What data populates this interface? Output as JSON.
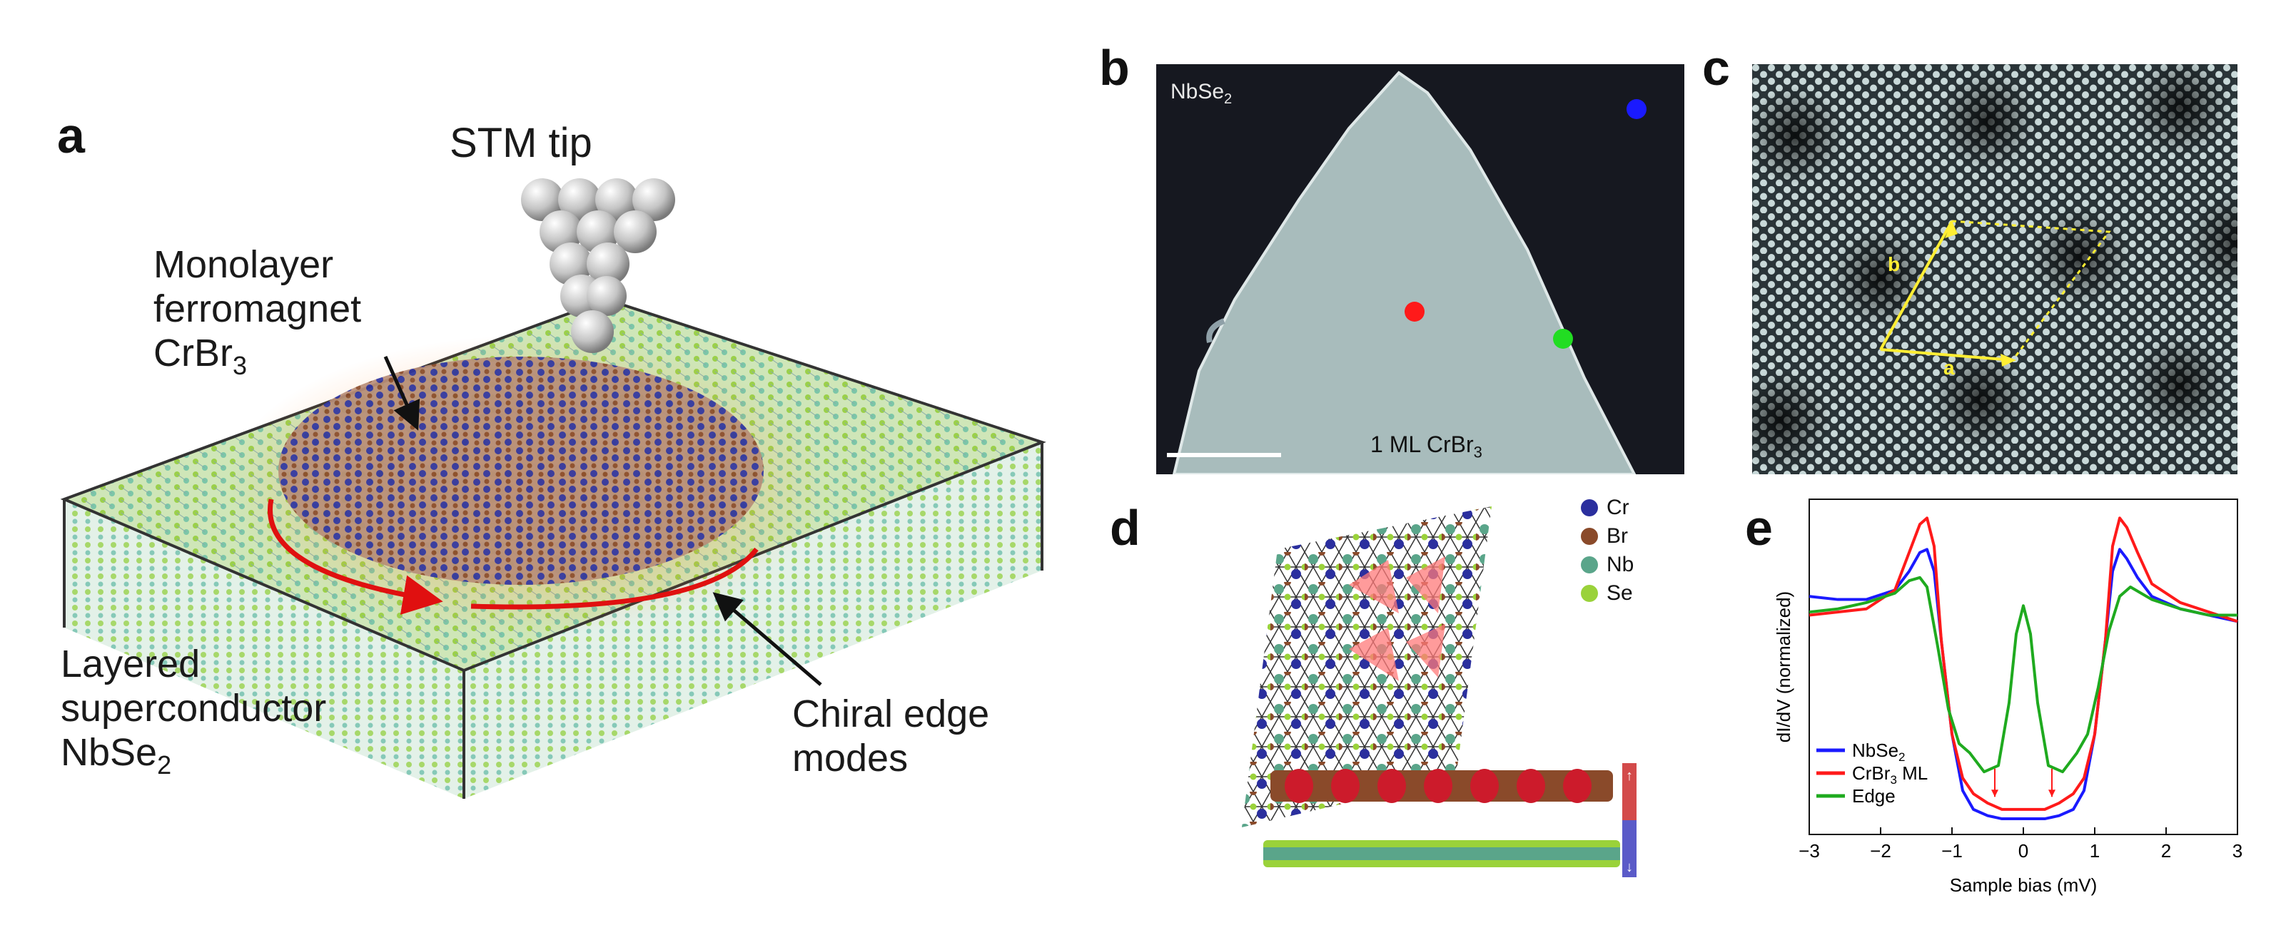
{
  "panels": {
    "a": "a",
    "b": "b",
    "c": "c",
    "d": "d",
    "e": "e"
  },
  "panel_a": {
    "stm_tip": "STM tip",
    "monolayer_line1": "Monolayer",
    "monolayer_line2": "ferromagnet",
    "monolayer_formula": "CrBr",
    "monolayer_sub": "3",
    "layered_line1": "Layered",
    "layered_line2": "superconductor",
    "layered_formula": "NbSe",
    "layered_sub": "2",
    "chiral_line1": "Chiral edge",
    "chiral_line2": "modes"
  },
  "panel_b": {
    "substrate": "NbSe",
    "substrate_sub": "2",
    "island": "1 ML CrBr",
    "island_sub": "3",
    "markers": [
      {
        "name": "substrate-marker",
        "color": "#1a1aff"
      },
      {
        "name": "interior-marker",
        "color": "#ff1a1a"
      },
      {
        "name": "edge-marker",
        "color": "#22dd22"
      }
    ]
  },
  "panel_c": {
    "vector_a": "a",
    "vector_b": "b"
  },
  "panel_d": {
    "legend": [
      {
        "label": "Cr",
        "color": "#2b2f9e"
      },
      {
        "label": "Br",
        "color": "#8a4a2a"
      },
      {
        "label": "Nb",
        "color": "#5aa58a"
      },
      {
        "label": "Se",
        "color": "#9ad23a"
      }
    ]
  },
  "chart_data": {
    "type": "line",
    "xlabel": "Sample bias (mV)",
    "ylabel": "dI/dV (normalized)",
    "xlim": [
      -3,
      3
    ],
    "x_ticks": [
      "−3",
      "−2",
      "−1",
      "0",
      "1",
      "2",
      "3"
    ],
    "legend_placement": "bottom-left",
    "legend": [
      {
        "label": "NbSe",
        "sub": "2",
        "suffix": "",
        "color": "#1a1aff"
      },
      {
        "label": "CrBr",
        "sub": "3",
        "suffix": " ML",
        "color": "#ff1a1a"
      },
      {
        "label": "Edge",
        "sub": "",
        "suffix": "",
        "color": "#1faa1f"
      }
    ],
    "series": [
      {
        "name": "NbSe2",
        "color": "#1a1aff",
        "x": [
          -3.0,
          -2.6,
          -2.2,
          -1.8,
          -1.6,
          -1.45,
          -1.35,
          -1.25,
          -1.15,
          -1.0,
          -0.85,
          -0.7,
          -0.5,
          -0.3,
          0.0,
          0.3,
          0.5,
          0.7,
          0.85,
          1.0,
          1.15,
          1.25,
          1.35,
          1.45,
          1.6,
          1.8,
          2.2,
          2.6,
          3.0
        ],
        "y": [
          0.74,
          0.73,
          0.73,
          0.76,
          0.82,
          0.88,
          0.89,
          0.82,
          0.6,
          0.3,
          0.12,
          0.06,
          0.04,
          0.03,
          0.03,
          0.03,
          0.04,
          0.06,
          0.12,
          0.3,
          0.6,
          0.82,
          0.89,
          0.86,
          0.8,
          0.74,
          0.7,
          0.68,
          0.66
        ]
      },
      {
        "name": "CrBr3 ML",
        "color": "#ff1a1a",
        "x": [
          -3.0,
          -2.6,
          -2.2,
          -1.8,
          -1.6,
          -1.45,
          -1.35,
          -1.25,
          -1.15,
          -1.0,
          -0.85,
          -0.7,
          -0.5,
          -0.3,
          0.0,
          0.3,
          0.5,
          0.7,
          0.85,
          1.0,
          1.15,
          1.25,
          1.35,
          1.45,
          1.6,
          1.8,
          2.2,
          2.6,
          3.0
        ],
        "y": [
          0.68,
          0.69,
          0.7,
          0.76,
          0.88,
          0.97,
          0.99,
          0.9,
          0.6,
          0.3,
          0.16,
          0.11,
          0.08,
          0.06,
          0.06,
          0.06,
          0.08,
          0.11,
          0.16,
          0.3,
          0.6,
          0.9,
          0.99,
          0.96,
          0.88,
          0.78,
          0.72,
          0.69,
          0.66
        ]
      },
      {
        "name": "Edge",
        "color": "#1faa1f",
        "x": [
          -3.0,
          -2.6,
          -2.2,
          -1.8,
          -1.6,
          -1.45,
          -1.35,
          -1.2,
          -1.05,
          -0.9,
          -0.75,
          -0.55,
          -0.35,
          -0.2,
          -0.1,
          0.0,
          0.1,
          0.2,
          0.35,
          0.55,
          0.75,
          0.9,
          1.05,
          1.2,
          1.35,
          1.5,
          1.8,
          2.2,
          2.6,
          3.0
        ],
        "y": [
          0.69,
          0.7,
          0.72,
          0.75,
          0.79,
          0.8,
          0.77,
          0.58,
          0.38,
          0.27,
          0.24,
          0.18,
          0.2,
          0.4,
          0.62,
          0.71,
          0.62,
          0.4,
          0.2,
          0.18,
          0.24,
          0.3,
          0.45,
          0.63,
          0.74,
          0.77,
          0.73,
          0.7,
          0.68,
          0.68
        ]
      }
    ],
    "annotations": [
      {
        "type": "arrow",
        "x": -0.4,
        "color": "#ff1a1a"
      },
      {
        "type": "arrow",
        "x": 0.4,
        "color": "#ff1a1a"
      }
    ]
  }
}
